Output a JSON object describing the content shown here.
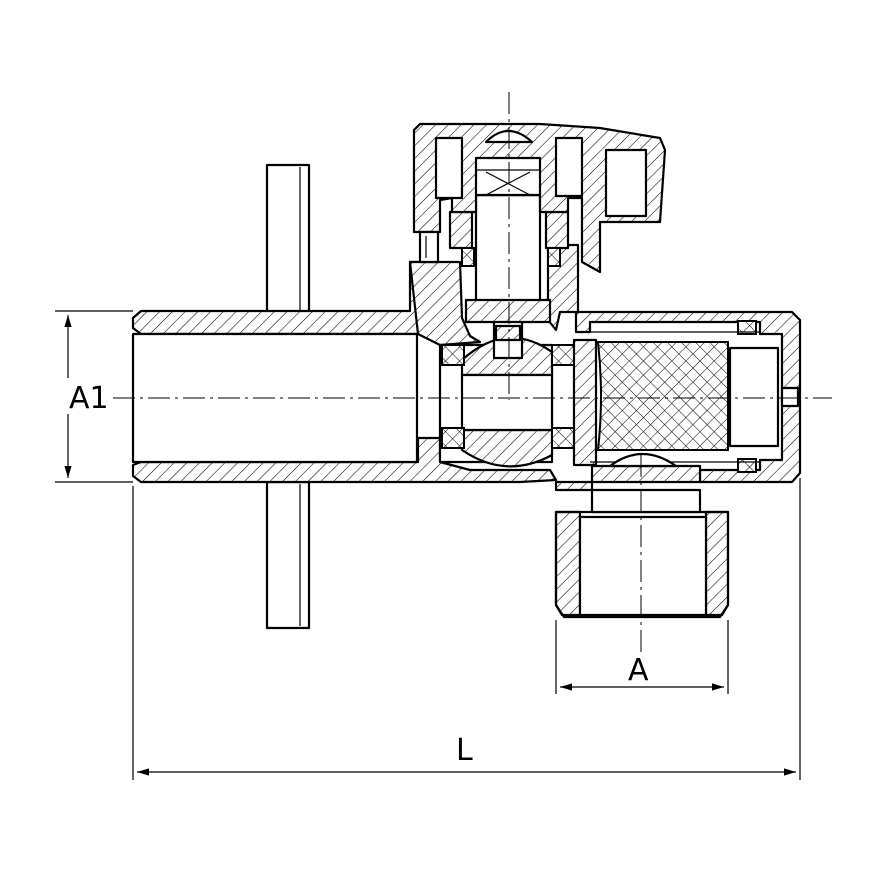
{
  "dimensions": {
    "a1_label": "A1",
    "a_label": "A",
    "l_label": "L"
  }
}
